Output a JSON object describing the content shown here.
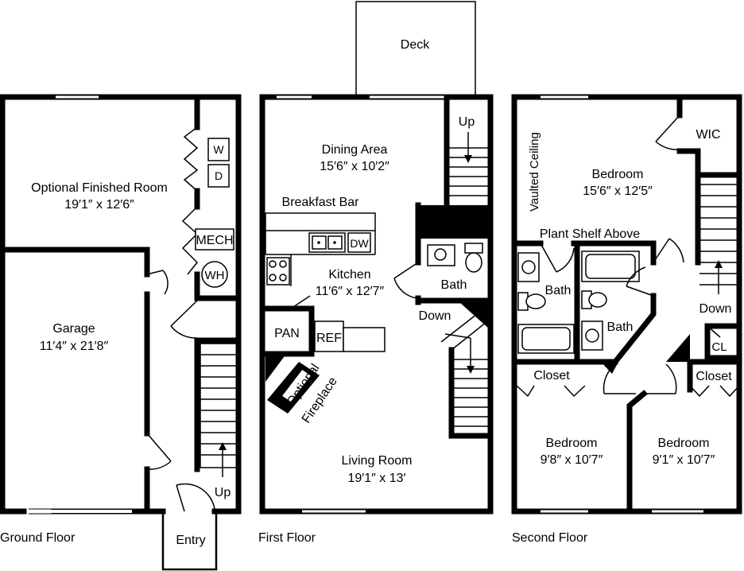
{
  "floors": {
    "ground": {
      "label": "Ground Floor",
      "rooms": {
        "optional_room_name": "Optional Finished Room",
        "optional_room_size": "19′1″ x 12′6″",
        "garage_name": "Garage",
        "garage_size": "11′4″ x 21′8″",
        "washer": "W",
        "dryer": "D",
        "mech": "MECH",
        "water_heater": "WH",
        "entry": "Entry",
        "stairs_up": "Up"
      }
    },
    "first": {
      "label": "First Floor",
      "rooms": {
        "deck": "Deck",
        "dining_name": "Dining Area",
        "dining_size": "15′6″ x 10′2″",
        "breakfast_bar": "Breakfast Bar",
        "dishwasher": "DW",
        "kitchen_name": "Kitchen",
        "kitchen_size": "11′6″ x 12′7″",
        "pantry": "PAN",
        "refrigerator": "REF",
        "fireplace_line1": "Optional",
        "fireplace_line2": "Fireplace",
        "bath": "Bath",
        "stairs_up": "Up",
        "stairs_down": "Down",
        "living_name": "Living Room",
        "living_size": "19′1″ x 13′"
      }
    },
    "second": {
      "label": "Second Floor",
      "rooms": {
        "vaulted_ceiling": "Vaulted Ceiling",
        "wic": "WIC",
        "master_name": "Bedroom",
        "master_size": "15′6″ x 12′5″",
        "plant_shelf": "Plant Shelf Above",
        "bath_left": "Bath",
        "bath_right": "Bath",
        "stairs_down": "Down",
        "linen_closet": "CL",
        "closet_left": "Closet",
        "closet_right": "Closet",
        "bedroom2_name": "Bedroom",
        "bedroom2_size": "9′8″ x 10′7″",
        "bedroom3_name": "Bedroom",
        "bedroom3_size": "9′1″ x 10′7″"
      }
    }
  }
}
